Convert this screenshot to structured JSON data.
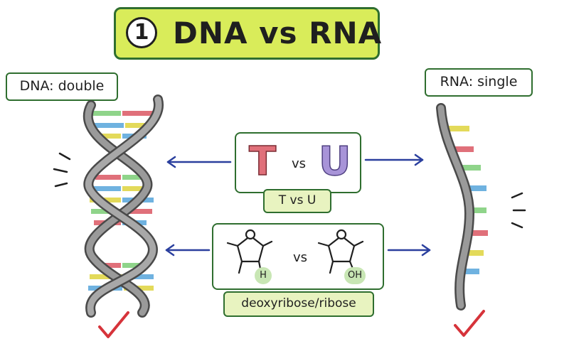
{
  "title": {
    "number": "1",
    "text": "DNA vs RNA"
  },
  "dna_label": "DNA: double",
  "rna_label": "RNA: single",
  "bases_panel": {
    "left_letter": "T",
    "vs": "vs",
    "right_letter": "U",
    "caption": "T vs U"
  },
  "sugar_panel": {
    "left_atom": "H",
    "vs": "vs",
    "right_atom": "OH",
    "caption": "deoxyribose/ribose"
  },
  "colors": {
    "title_bg": "#d9ec5a",
    "border_green": "#2f6e2f",
    "thymine": "#e0707a",
    "uracil": "#a894d8",
    "arrow_blue": "#2a3f9e",
    "check_red": "#d6333a",
    "strand_gray": "#8a8a8a"
  },
  "icons": [
    "check-icon",
    "arrow-left-icon",
    "arrow-right-icon",
    "motion-lines-icon"
  ]
}
